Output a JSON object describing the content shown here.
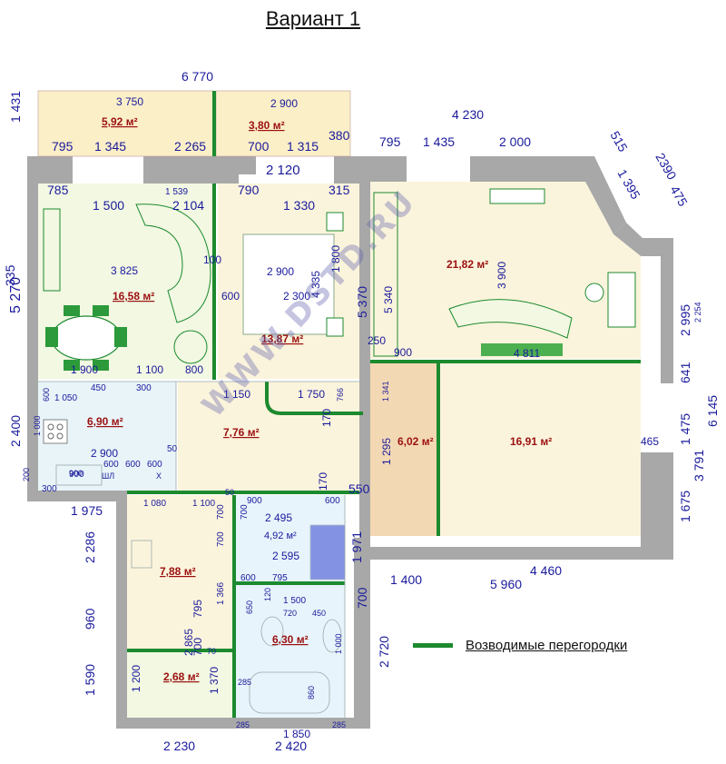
{
  "title": "Вариант 1",
  "legend": {
    "label": "Возводимые перегородки",
    "color": "#1c8a2e"
  },
  "watermark": "WWW.DSTD.RU",
  "colors": {
    "wall": "#a8a8a8",
    "room_fill": "#fbf4dc",
    "balcony_fill": "#fbefc8",
    "hall_fill": "#f3d8b4",
    "bath_fill": "#e7f4fb",
    "kitchen_fill": "#e8f4f8",
    "new_partition": "#1c8a2e",
    "dimension_text": "#1a1a9c",
    "area_text": "#9b1010"
  },
  "rooms": [
    {
      "id": "balcony-left",
      "area": "5,92 м²",
      "underline": true
    },
    {
      "id": "balcony-right",
      "area": "3,80 м²",
      "underline": true
    },
    {
      "id": "living-room",
      "area": "16,58 м²",
      "underline": true
    },
    {
      "id": "bedroom",
      "area": "13,87 м²",
      "underline": true
    },
    {
      "id": "big-room",
      "area": "21,82 м²",
      "underline": false
    },
    {
      "id": "kitchen",
      "area": "6,90 м²",
      "underline": true
    },
    {
      "id": "hall",
      "area": "7,76 м²",
      "underline": true
    },
    {
      "id": "corridor",
      "area": "6,02 м²",
      "underline": false
    },
    {
      "id": "right-room",
      "area": "16,91 м²",
      "underline": false
    },
    {
      "id": "lower-hall",
      "area": "7,88 м²",
      "underline": true
    },
    {
      "id": "shower",
      "area": "4,92 м²",
      "underline": false
    },
    {
      "id": "bathroom",
      "area": "6,30 м²",
      "underline": true
    },
    {
      "id": "storage",
      "area": "2,68 м²",
      "underline": true
    }
  ],
  "dims_large": [
    "6 770",
    "1 431",
    "795",
    "1 345",
    "2 265",
    "700",
    "1 315",
    "380",
    "2 120",
    "785",
    "1 500",
    "2 104",
    "790",
    "1 330",
    "315",
    "4 230",
    "795",
    "1 435",
    "2 000",
    "515",
    "2390",
    "1 395",
    "475",
    "335",
    "5 270",
    "5 370",
    "2 995",
    "641",
    "6 145",
    "1 475",
    "3 791",
    "1 675",
    "2 400",
    "1 975",
    "2 286",
    "960",
    "1 590",
    "2 230",
    "2 420",
    "1 400",
    "4 460",
    "5 960",
    "700",
    "2 720",
    "1 971",
    "550"
  ],
  "dims_small": [
    "3 750",
    "2 900",
    "1 539",
    "3 825",
    "100",
    "600",
    "2 900",
    "4 335",
    "2 300",
    "1 800",
    "3 900",
    "5 340",
    "250",
    "900",
    "4 811",
    "2 254",
    "1 900",
    "1 100",
    "800",
    "1 050",
    "450",
    "300",
    "600",
    "1 000",
    "2 900",
    "50",
    "600",
    "600",
    "600",
    "200",
    "900",
    "300",
    "1 150",
    "1 750",
    "766",
    "1 341",
    "1 295",
    "1 080",
    "1 100",
    "900",
    "600",
    "700",
    "700",
    "2 495",
    "2 595",
    "700",
    "1 366",
    "795",
    "600",
    "795",
    "2 865",
    "700",
    "70",
    "1 370",
    "1 200",
    "285",
    "860",
    "285",
    "1 850",
    "285",
    "1 500",
    "1 000",
    "650",
    "120",
    "720",
    "450",
    "465",
    "170",
    "170",
    "50"
  ],
  "fixtures": {
    "kitchen_sink": "900",
    "kitchen_fridge": "Х",
    "kitchen_stove": "ШЛ"
  }
}
